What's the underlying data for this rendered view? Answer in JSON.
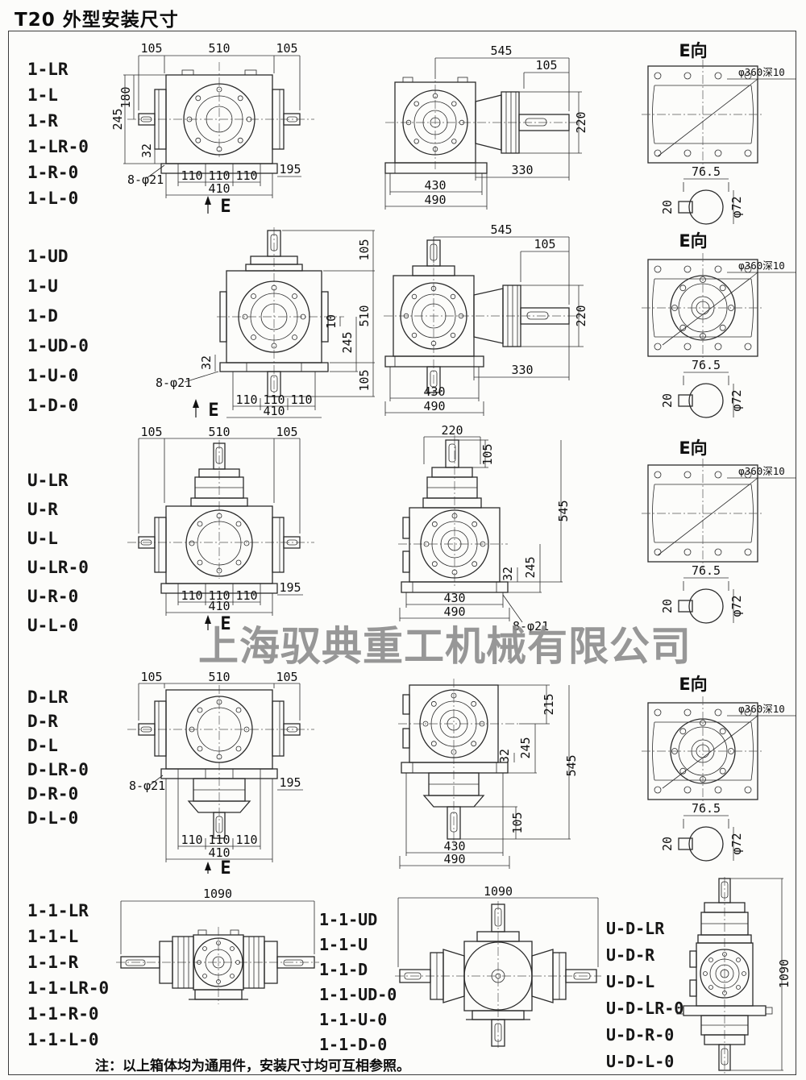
{
  "page": {
    "title": "T20 外型安装尺寸",
    "watermark": "上海驭典重工机械有限公司",
    "note": "注：以上箱体均为通用件，安装尺寸均可互相参照。",
    "e_arrow_label": "E",
    "e_view_title": "E向"
  },
  "r1": {
    "models": [
      "1-LR",
      "1-L",
      "1-R",
      "1-LR-0",
      "1-R-0",
      "1-L-0"
    ],
    "front": {
      "top_left": "105",
      "top_mid": "510",
      "top_right": "105",
      "h180": "180",
      "h245": "245",
      "v32": "32",
      "holes": "8-φ21",
      "seg110": "110",
      "base410": "410",
      "foot195": "195"
    },
    "side": {
      "top545": "545",
      "d105": "105",
      "d220": "220",
      "d330": "330",
      "d430": "430",
      "d490": "490"
    },
    "eview": {
      "callout": "φ360深10",
      "w765": "76.5",
      "key20": "20",
      "dia72": "φ72"
    }
  },
  "r2": {
    "models": [
      "1-UD",
      "1-U",
      "1-D",
      "1-UD-0",
      "1-U-0",
      "1-D-0"
    ],
    "front": {
      "top105": "105",
      "mid510": "510",
      "bot105": "105",
      "d10": "10",
      "d245": "245",
      "v32": "32",
      "holes": "8-φ21",
      "seg110": "110",
      "base410": "410"
    },
    "side": {
      "top545": "545",
      "d105": "105",
      "d220": "220",
      "d330": "330",
      "d430": "430",
      "d490": "490"
    },
    "eview": {
      "callout": "φ360深10",
      "w765": "76.5",
      "key20": "20",
      "dia72": "φ72"
    }
  },
  "r3": {
    "models": [
      "U-LR",
      "U-R",
      "U-L",
      "U-LR-0",
      "U-R-0",
      "U-L-0"
    ],
    "front": {
      "top_left": "105",
      "top_mid": "510",
      "top_right": "105",
      "seg110": "110",
      "base410": "410",
      "foot195": "195"
    },
    "side": {
      "top220": "220",
      "d105": "105",
      "d545": "545",
      "v32": "32",
      "d245": "245",
      "d430": "430",
      "d490": "490",
      "holes": "8-φ21"
    },
    "eview": {
      "callout": "φ360深10",
      "w765": "76.5",
      "key20": "20",
      "dia72": "φ72"
    }
  },
  "r4": {
    "models": [
      "D-LR",
      "D-R",
      "D-L",
      "D-LR-0",
      "D-R-0",
      "D-L-0"
    ],
    "front": {
      "top_left": "105",
      "top_mid": "510",
      "top_right": "105",
      "holes": "8-φ21",
      "foot195": "195",
      "seg110": "110",
      "base410": "410"
    },
    "side": {
      "d215": "215",
      "v32": "32",
      "d245": "245",
      "d545": "545",
      "d105": "105",
      "d430": "430",
      "d490": "490"
    },
    "eview": {
      "callout": "φ360深10",
      "w765": "76.5",
      "key20": "20",
      "dia72": "φ72"
    }
  },
  "r5a": {
    "models": [
      "1-1-LR",
      "1-1-L",
      "1-1-R",
      "1-1-LR-0",
      "1-1-R-0",
      "1-1-L-0"
    ],
    "d1090": "1090"
  },
  "r5b": {
    "models": [
      "1-1-UD",
      "1-1-U",
      "1-1-D",
      "1-1-UD-0",
      "1-1-U-0",
      "1-1-D-0"
    ],
    "d1090": "1090"
  },
  "r5c": {
    "models": [
      "U-D-LR",
      "U-D-R",
      "U-D-L",
      "U-D-LR-0",
      "U-D-R-0",
      "U-D-L-0"
    ],
    "d1090": "1090"
  }
}
